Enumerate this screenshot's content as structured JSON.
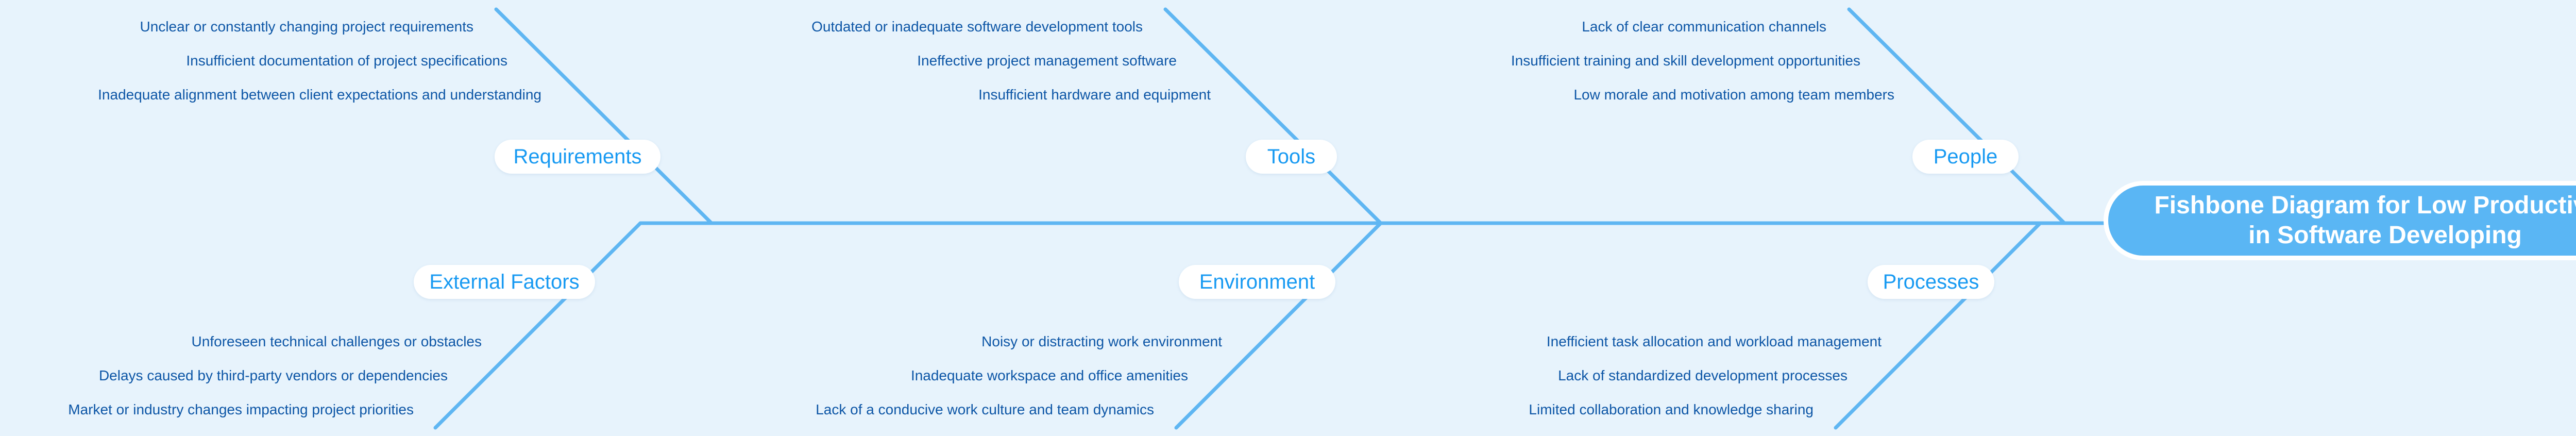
{
  "title": {
    "line1": "Fishbone Diagram for Low Productivity",
    "line2": "in Software Developing"
  },
  "colors": {
    "background": "#e7f3fc",
    "bone_line": "#5fb6f2",
    "category_label": "#189af2",
    "cause_text": "#0d56a6",
    "head_fill": "#5ab6f4",
    "head_border": "#ffffff",
    "head_text": "#ffffff",
    "pill_background": "#ffffff"
  },
  "diagram_type": "fishbone",
  "categories": [
    {
      "label": "Requirements",
      "side": "top",
      "causes": [
        "Unclear or constantly changing project requirements",
        "Insufficient documentation of project specifications",
        "Inadequate alignment between client expectations and understanding"
      ]
    },
    {
      "label": "Tools",
      "side": "top",
      "causes": [
        "Outdated or inadequate software development tools",
        "Ineffective project management software",
        "Insufficient hardware and equipment"
      ]
    },
    {
      "label": "People",
      "side": "top",
      "causes": [
        "Lack of clear communication channels",
        "Insufficient training and skill development opportunities",
        "Low morale and motivation among team members"
      ]
    },
    {
      "label": "External Factors",
      "side": "bottom",
      "causes": [
        "Unforeseen technical challenges or obstacles",
        "Delays caused by third-party vendors or dependencies",
        "Market or industry changes impacting project priorities"
      ]
    },
    {
      "label": "Environment",
      "side": "bottom",
      "causes": [
        "Noisy or distracting work environment",
        "Inadequate workspace and office amenities",
        "Lack of a conducive work culture and team dynamics"
      ]
    },
    {
      "label": "Processes",
      "side": "bottom",
      "causes": [
        "Inefficient task allocation and workload management",
        "Lack of standardized development processes",
        "Limited collaboration and knowledge sharing"
      ]
    }
  ]
}
